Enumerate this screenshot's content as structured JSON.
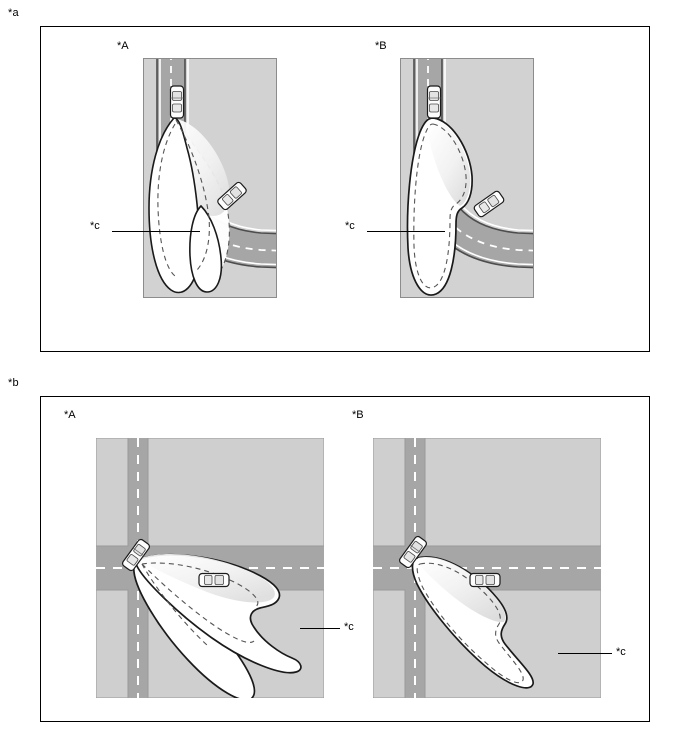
{
  "figure": {
    "title_labels": [
      {
        "id": "fig-a",
        "text": "*a"
      },
      {
        "id": "fig-b",
        "text": "*b"
      }
    ]
  },
  "panel_a": {
    "label": "*a",
    "scenes": [
      {
        "id": "a-A",
        "label": "*A",
        "callout": "*c",
        "road_type": "curved-road",
        "description": "Curved road, lead vehicle stopped, oncoming vehicle on curve, two separate detection lobes"
      },
      {
        "id": "a-B",
        "label": "*B",
        "callout": "*c",
        "road_type": "curved-road",
        "description": "Curved road, lead vehicle stopped, oncoming vehicle on curve, single merged detection lobe"
      }
    ]
  },
  "panel_b": {
    "label": "*b",
    "scenes": [
      {
        "id": "b-A",
        "label": "*A",
        "callout": "*c",
        "road_type": "intersection",
        "description": "Crossroads intersection, turning vehicle, oncoming vehicle, two separate detection lobes"
      },
      {
        "id": "b-B",
        "label": "*B",
        "callout": "*c",
        "road_type": "intersection",
        "description": "Crossroads intersection, turning vehicle, oncoming vehicle, single merged detection lobe"
      }
    ]
  },
  "colors": {
    "frame_border": "#000000",
    "background": "#ffffff",
    "ground_light": "#d2d2d2",
    "ground_block": "#cfcfcf",
    "road_surface": "#a6a6a6",
    "road_edge_line": "#ffffff",
    "road_dash_line": "#ffffff",
    "road_outline": "#4a4a4a",
    "zone_fill": "#ffffff",
    "zone_shade": "#e9e9e9",
    "zone_outline": "#1a1a1a",
    "zone_dash": "#555555",
    "vehicle_body": "#fcfcfc",
    "vehicle_outline": "#1a1a1a",
    "leader_line": "#000000"
  }
}
